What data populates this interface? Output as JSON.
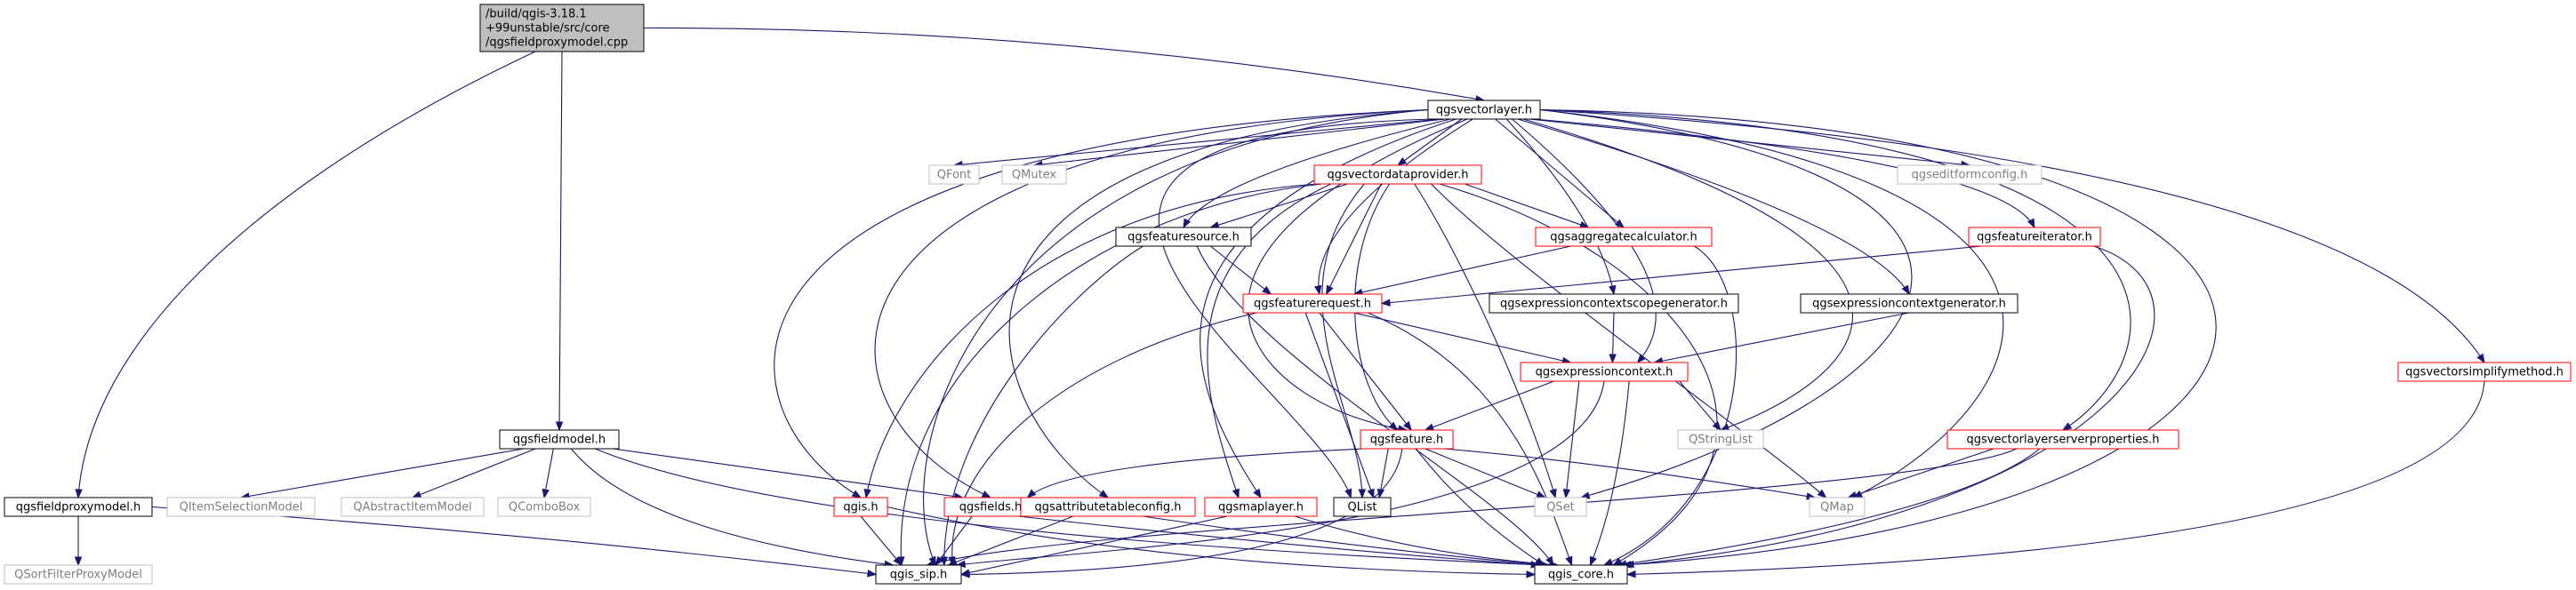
{
  "colors": {
    "edge": "#191970",
    "root_fill": "#bfbfbf",
    "normal_border": "#000000",
    "incomplete_border": "#ff0000",
    "external_border": "#bfbfbf",
    "external_text": "#7f7f7f"
  },
  "nodes": {
    "root": {
      "lines": [
        "/build/qgis-3.18.1",
        "+99unstable/src/core",
        "/qgsfieldproxymodel.cpp"
      ],
      "kind": "root"
    },
    "vectorlayer": {
      "lines": [
        "qgsvectorlayer.h"
      ],
      "kind": "normal"
    },
    "fieldproxymodel": {
      "lines": [
        "qgsfieldproxymodel.h"
      ],
      "kind": "normal"
    },
    "fieldmodel": {
      "lines": [
        "qgsfieldmodel.h"
      ],
      "kind": "normal"
    },
    "sortfilter": {
      "lines": [
        "QSortFilterProxyModel"
      ],
      "kind": "external"
    },
    "qfont": {
      "lines": [
        "QFont"
      ],
      "kind": "external"
    },
    "qmutex": {
      "lines": [
        "QMutex"
      ],
      "kind": "external"
    },
    "vectordataprovider": {
      "lines": [
        "qgsvectordataprovider.h"
      ],
      "kind": "incomplete"
    },
    "editformconfig": {
      "lines": [
        "qgseditformconfig.h"
      ],
      "kind": "external"
    },
    "featuresource": {
      "lines": [
        "qgsfeaturesource.h"
      ],
      "kind": "normal"
    },
    "aggregatecalc": {
      "lines": [
        "qgsaggregatecalculator.h"
      ],
      "kind": "incomplete"
    },
    "featureiterator": {
      "lines": [
        "qgsfeatureiterator.h"
      ],
      "kind": "incomplete"
    },
    "featurerequest": {
      "lines": [
        "qgsfeaturerequest.h"
      ],
      "kind": "incomplete"
    },
    "scopegen": {
      "lines": [
        "qgsexpressioncontextscopegenerator.h"
      ],
      "kind": "normal"
    },
    "contextgen": {
      "lines": [
        "qgsexpressioncontextgenerator.h"
      ],
      "kind": "normal"
    },
    "expressioncontext": {
      "lines": [
        "qgsexpressioncontext.h"
      ],
      "kind": "incomplete"
    },
    "simplifymethod": {
      "lines": [
        "qgsvectorsimplifymethod.h"
      ],
      "kind": "incomplete"
    },
    "qstringlist": {
      "lines": [
        "QStringList"
      ],
      "kind": "external"
    },
    "feature": {
      "lines": [
        "qgsfeature.h"
      ],
      "kind": "incomplete"
    },
    "serverprops": {
      "lines": [
        "qgsvectorlayerserverproperties.h"
      ],
      "kind": "incomplete"
    },
    "qitemsel": {
      "lines": [
        "QItemSelectionModel"
      ],
      "kind": "external"
    },
    "qabstract": {
      "lines": [
        "QAbstractItemModel"
      ],
      "kind": "external"
    },
    "qcombobox": {
      "lines": [
        "QComboBox"
      ],
      "kind": "external"
    },
    "qgis": {
      "lines": [
        "qgis.h"
      ],
      "kind": "incomplete"
    },
    "fields": {
      "lines": [
        "qgsfields.h"
      ],
      "kind": "incomplete"
    },
    "attrtable": {
      "lines": [
        "qgsattributetableconfig.h"
      ],
      "kind": "incomplete"
    },
    "maplayer": {
      "lines": [
        "qgsmaplayer.h"
      ],
      "kind": "incomplete"
    },
    "qlist": {
      "lines": [
        "QList"
      ],
      "kind": "normal"
    },
    "qset": {
      "lines": [
        "QSet"
      ],
      "kind": "external"
    },
    "qmap": {
      "lines": [
        "QMap"
      ],
      "kind": "external"
    },
    "qgissip": {
      "lines": [
        "qgis_sip.h"
      ],
      "kind": "normal"
    },
    "qgiscore": {
      "lines": [
        "qgis_core.h"
      ],
      "kind": "normal"
    }
  }
}
